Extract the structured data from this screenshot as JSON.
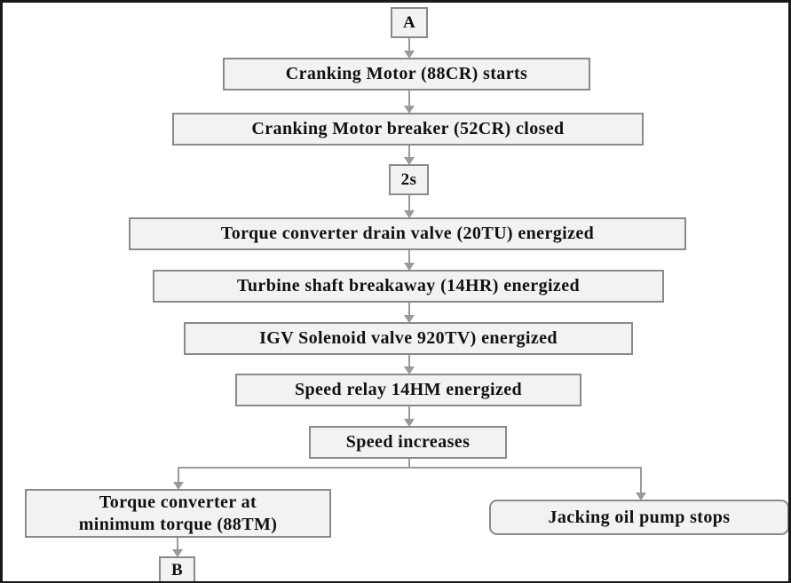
{
  "diagram": {
    "title": "Gas turbine cranking and start-up sequence flowchart",
    "colors": {
      "node_fill": "#f2f2f2",
      "node_border": "#8a8a8a",
      "connector": "#9a9a9a",
      "text": "#111111",
      "frame": "#1a1a1a",
      "background": "#ffffff"
    },
    "nodes": [
      {
        "id": "a",
        "label": "A",
        "shape": "terminal"
      },
      {
        "id": "cranking",
        "label": "Cranking Motor (88CR) starts",
        "shape": "process"
      },
      {
        "id": "breaker",
        "label": "Cranking Motor breaker (52CR) closed",
        "shape": "process"
      },
      {
        "id": "delay",
        "label": "2s",
        "shape": "terminal"
      },
      {
        "id": "drainvalve",
        "label": "Torque converter drain valve (20TU) energized",
        "shape": "process"
      },
      {
        "id": "breakaway",
        "label": "Turbine shaft breakaway (14HR) energized",
        "shape": "process"
      },
      {
        "id": "igv",
        "label": "IGV Solenoid valve 920TV) energized",
        "shape": "process"
      },
      {
        "id": "speedrelay",
        "label": "Speed relay 14HM energized",
        "shape": "process"
      },
      {
        "id": "speedinc",
        "label": "Speed increases",
        "shape": "process"
      },
      {
        "id": "mintorque",
        "label_line1": "Torque converter at",
        "label_line2": "minimum torque (88TM)",
        "shape": "process-multiline"
      },
      {
        "id": "jacking",
        "label": "Jacking oil pump stops",
        "shape": "process-rounded"
      },
      {
        "id": "b",
        "label": "B",
        "shape": "terminal"
      }
    ],
    "edges": [
      {
        "from": "a",
        "to": "cranking",
        "type": "straight-down"
      },
      {
        "from": "cranking",
        "to": "breaker",
        "type": "straight-down"
      },
      {
        "from": "breaker",
        "to": "delay",
        "type": "straight-down"
      },
      {
        "from": "delay",
        "to": "drainvalve",
        "type": "straight-down"
      },
      {
        "from": "drainvalve",
        "to": "breakaway",
        "type": "straight-down"
      },
      {
        "from": "breakaway",
        "to": "igv",
        "type": "straight-down"
      },
      {
        "from": "igv",
        "to": "speedrelay",
        "type": "straight-down"
      },
      {
        "from": "speedrelay",
        "to": "speedinc",
        "type": "straight-down"
      },
      {
        "from": "speedinc",
        "to": "mintorque",
        "type": "branch-left"
      },
      {
        "from": "speedinc",
        "to": "jacking",
        "type": "branch-right"
      },
      {
        "from": "mintorque",
        "to": "b",
        "type": "straight-down"
      }
    ]
  }
}
